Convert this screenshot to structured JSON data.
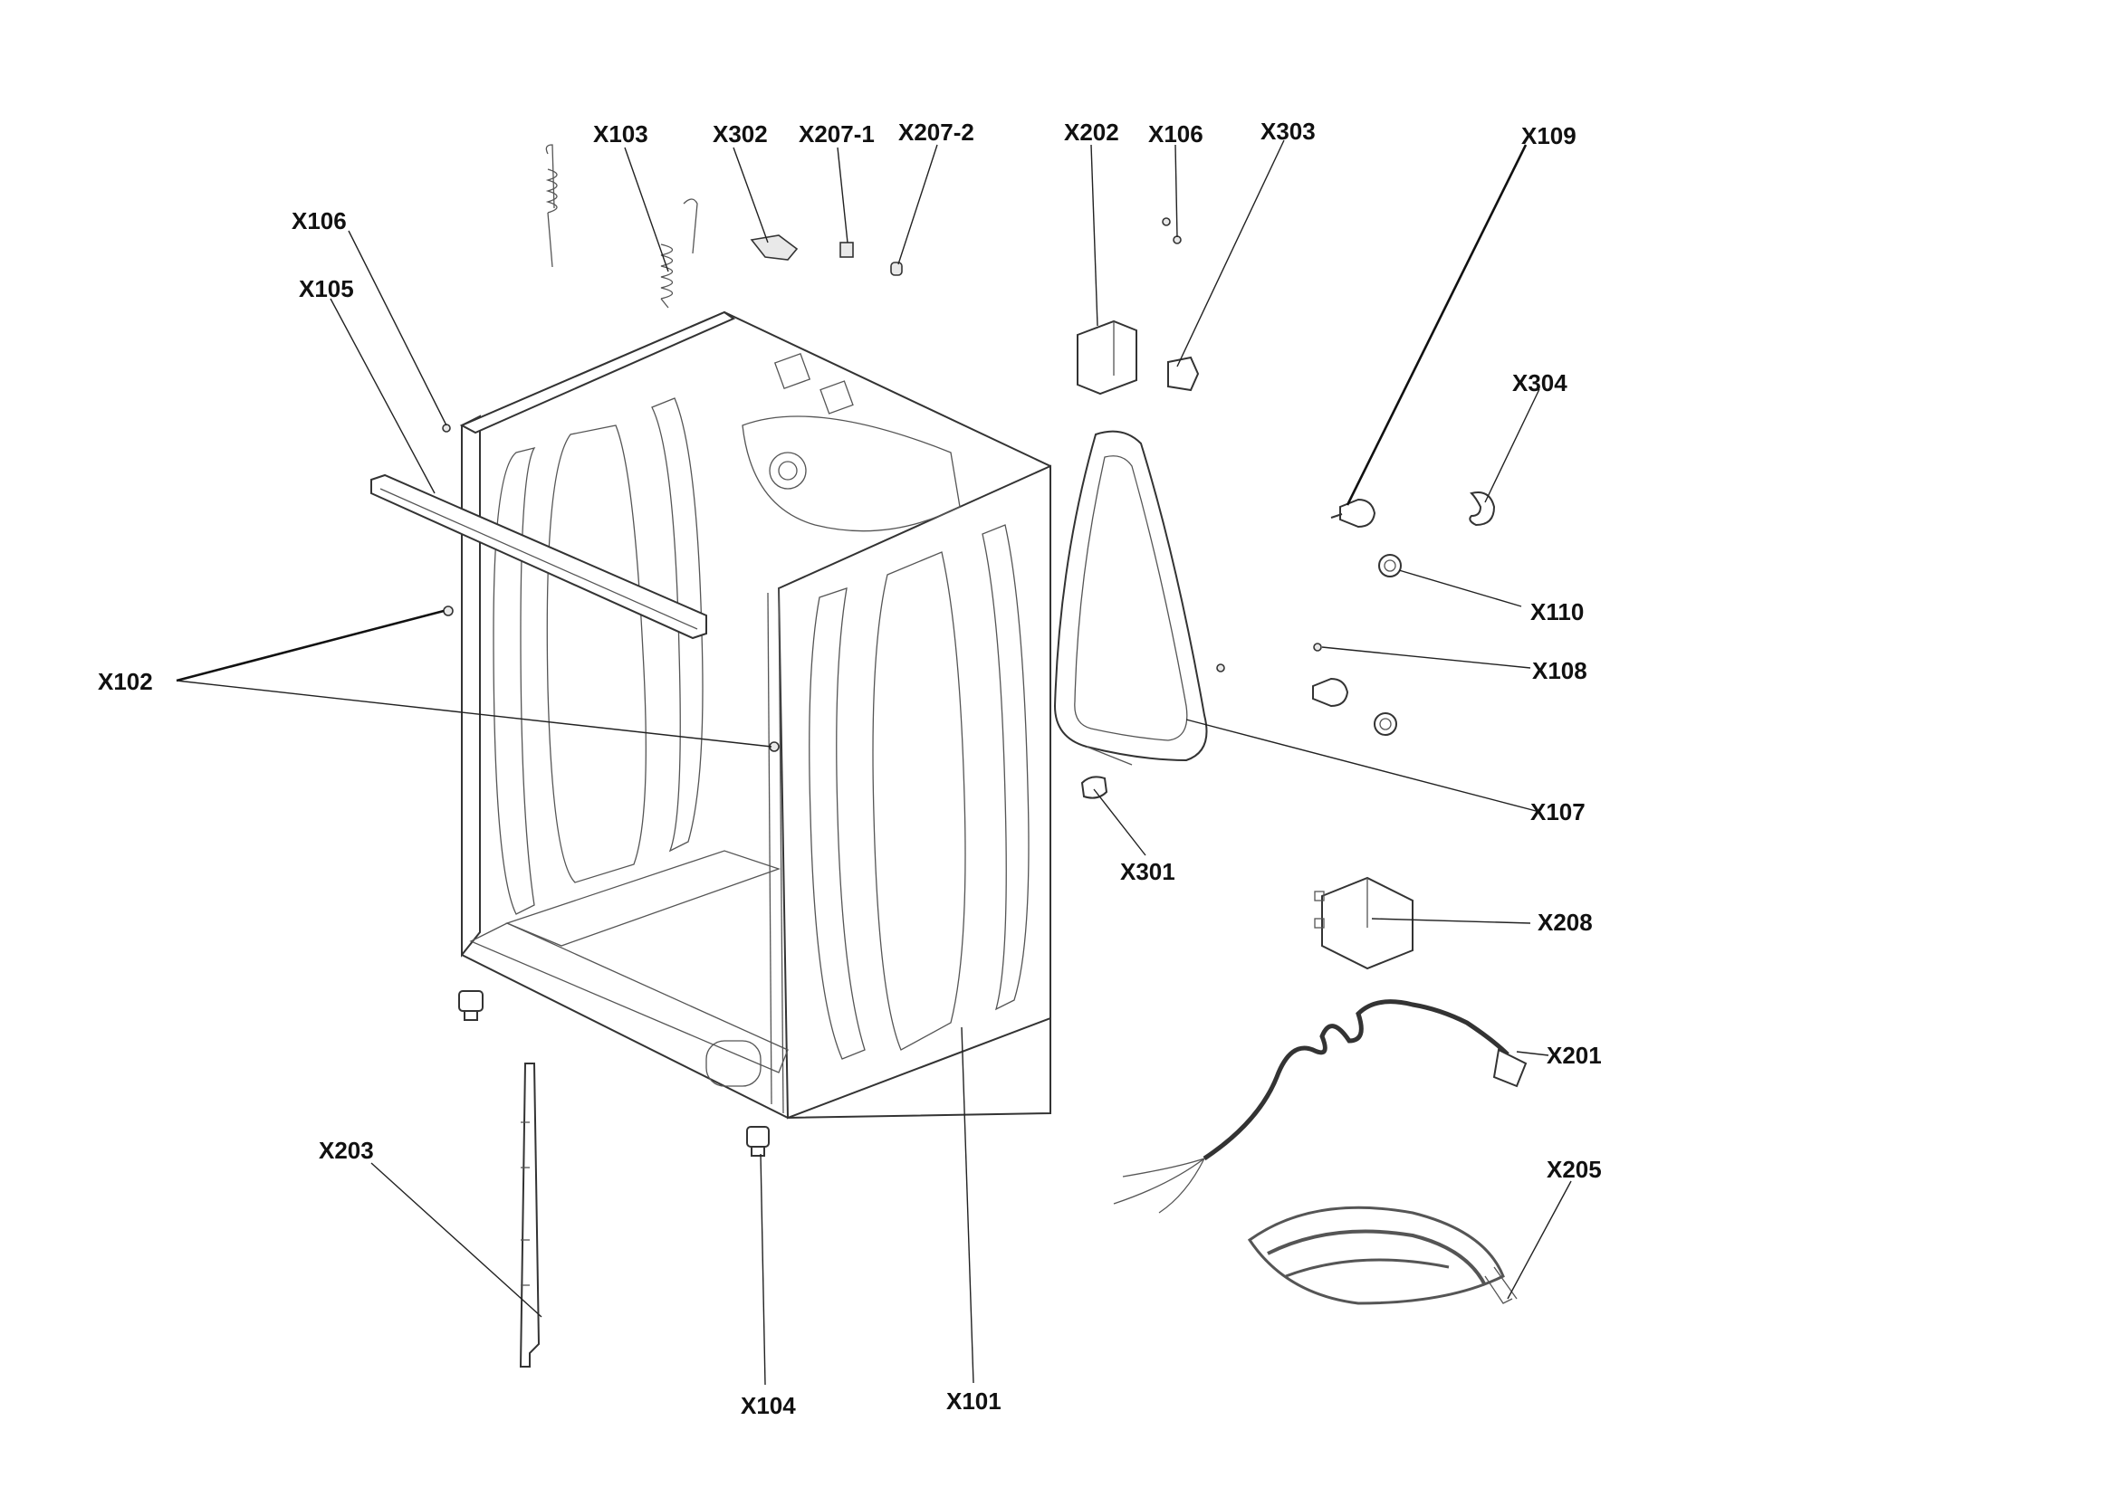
{
  "labels": {
    "x103": "X103",
    "x302": "X302",
    "x207_1": "X207-1",
    "x207_2": "X207-2",
    "x202": "X202",
    "x106_top": "X106",
    "x303": "X303",
    "x109": "X109",
    "x106_left": "X106",
    "x105": "X105",
    "x304": "X304",
    "x110": "X110",
    "x108": "X108",
    "x102": "X102",
    "x107": "X107",
    "x301": "X301",
    "x208": "X208",
    "x201": "X201",
    "x203": "X203",
    "x205": "X205",
    "x104": "X104",
    "x101": "X101"
  }
}
